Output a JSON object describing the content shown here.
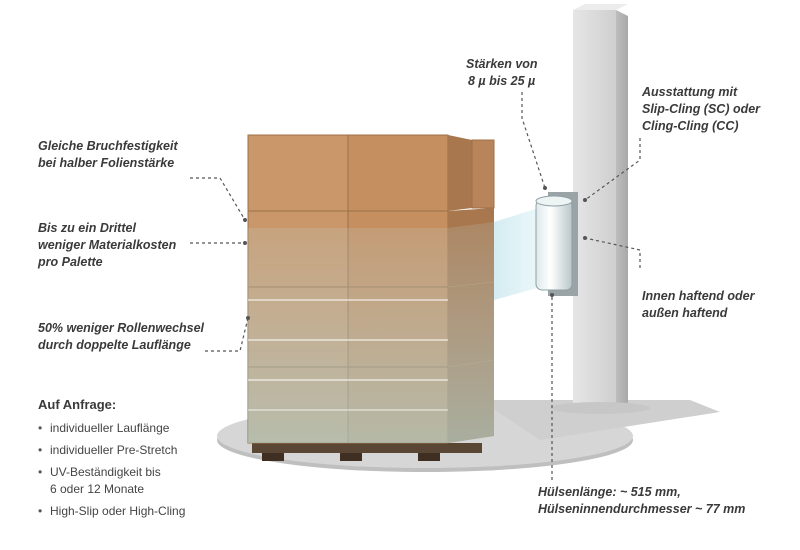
{
  "callouts": {
    "strength": [
      "Stärken von",
      "8 µ bis 25 µ"
    ],
    "equipment": [
      "Ausstattung mit",
      "Slip-Cling (SC) oder",
      "Cling-Cling (CC)"
    ],
    "breaking": [
      "Gleiche Bruchfestigkeit",
      "bei halber Folienstärke"
    ],
    "cost": [
      "Bis zu ein Drittel",
      "weniger Materialkosten",
      "pro Palette"
    ],
    "adhesion": [
      "Innen haftend oder",
      "außen haftend"
    ],
    "rollchange": [
      "50% weniger Rollenwechsel",
      "durch doppelte Lauflänge"
    ],
    "core": [
      "Hülsenlänge: ~ 515 mm,",
      "Hülseninnendurchmesser ~ 77 mm"
    ]
  },
  "request": {
    "title": "Auf Anfrage:",
    "items": [
      [
        "individueller Lauflänge"
      ],
      [
        "individueller Pre-Stretch"
      ],
      [
        "UV-Beständigkeit bis",
        "6 oder 12 Monate"
      ],
      [
        "High-Slip oder High-Cling"
      ]
    ]
  },
  "colors": {
    "carton": "#c9976a",
    "carton_dark": "#a9774d",
    "film": "#bfe3ea",
    "mast": "#d9d9d9",
    "turntable": "#d6d6d6",
    "leader": "#555555"
  }
}
